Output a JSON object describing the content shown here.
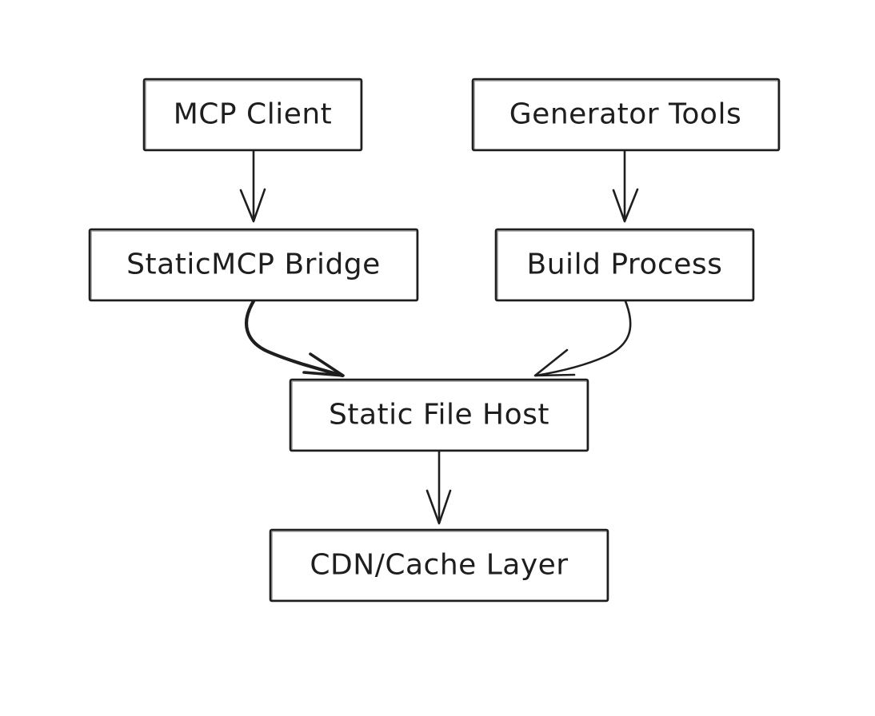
{
  "diagram": {
    "nodes": {
      "mcp_client": {
        "label": "MCP Client"
      },
      "generator_tools": {
        "label": "Generator Tools"
      },
      "staticmcp_bridge": {
        "label": "StaticMCP Bridge"
      },
      "build_process": {
        "label": "Build Process"
      },
      "static_file_host": {
        "label": "Static File Host"
      },
      "cdn_cache_layer": {
        "label": "CDN/Cache Layer"
      }
    },
    "edges": [
      {
        "from": "mcp_client",
        "to": "staticmcp_bridge"
      },
      {
        "from": "generator_tools",
        "to": "build_process"
      },
      {
        "from": "staticmcp_bridge",
        "to": "static_file_host"
      },
      {
        "from": "build_process",
        "to": "static_file_host"
      },
      {
        "from": "static_file_host",
        "to": "cdn_cache_layer"
      }
    ],
    "colors": {
      "stroke": "#1e1e1e",
      "background": "#ffffff"
    }
  }
}
